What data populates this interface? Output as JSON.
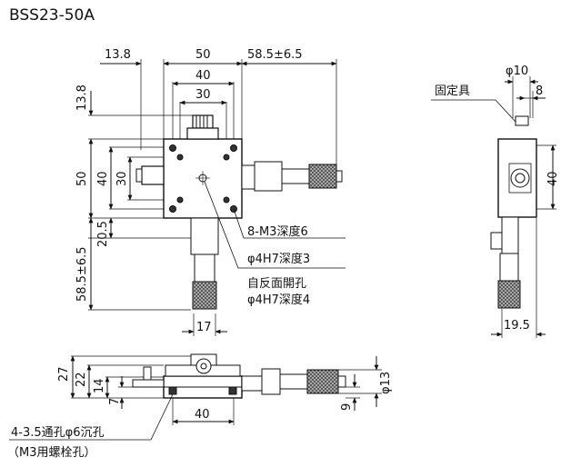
{
  "title": "BSS23-50A",
  "dims": {
    "w_13_8": "13.8",
    "w_50": "50",
    "w_58_5": "58.5±6.5",
    "w_40": "40",
    "w_30": "30",
    "v_13_8": "13.8",
    "v_50": "50",
    "v_40": "40",
    "v_30": "30",
    "v_20_5": "20.5",
    "v_58_5": "58.5±6.5",
    "w_17": "17",
    "side_phi10": "φ10",
    "side_8": "8",
    "side_40": "40",
    "side_19_5": "19.5",
    "front_27": "27",
    "front_22": "22",
    "front_14": "14",
    "front_7": "7",
    "front_40": "40",
    "front_9": "9",
    "front_phi13": "φ13"
  },
  "notes": {
    "m3": "8-M3深度6",
    "h7_3": "φ4H7深度3",
    "reverse_1": "自反面開孔",
    "reverse_2": "φ4H7深度4",
    "fixture": "固定具",
    "through_1": "4-3.5通孔φ6沉孔",
    "through_2": "（M3用螺栓孔）"
  }
}
